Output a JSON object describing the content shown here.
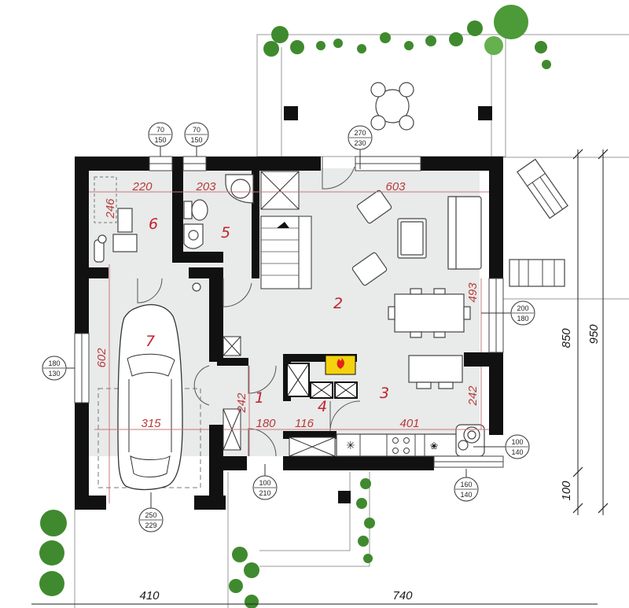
{
  "rooms": [
    {
      "num": "1"
    },
    {
      "num": "2"
    },
    {
      "num": "3"
    },
    {
      "num": "4"
    },
    {
      "num": "5"
    },
    {
      "num": "6"
    },
    {
      "num": "7"
    }
  ],
  "dimensions": {
    "d220": "220",
    "d203": "203",
    "d603": "603",
    "d246": "246",
    "d493": "493",
    "d602": "602",
    "d242a": "242",
    "d242b": "242",
    "d315": "315",
    "d180": "180",
    "d116": "116",
    "d401": "401"
  },
  "overall": {
    "h850": "850",
    "h950": "950",
    "h100": "100",
    "w410": "410",
    "w740": "740"
  },
  "openings": [
    {
      "top": "70",
      "bottom": "150"
    },
    {
      "top": "70",
      "bottom": "150"
    },
    {
      "top": "270",
      "bottom": "230"
    },
    {
      "top": "200",
      "bottom": "180"
    },
    {
      "top": "180",
      "bottom": "130"
    },
    {
      "top": "100",
      "bottom": "140"
    },
    {
      "top": "160",
      "bottom": "140"
    },
    {
      "top": "100",
      "bottom": "210"
    },
    {
      "top": "250",
      "bottom": "229"
    }
  ],
  "colors": {
    "wall": "#111111",
    "floor": "#e9eaea",
    "dimension": "#b73a3a",
    "room_number": "#c0242e",
    "plant": "#3f8a2e"
  }
}
